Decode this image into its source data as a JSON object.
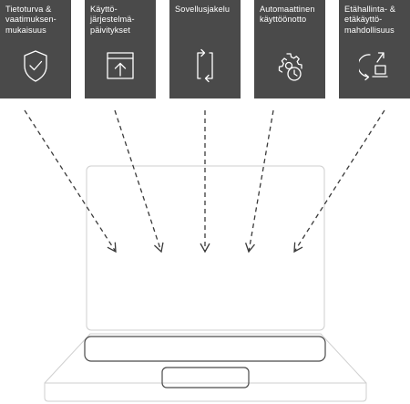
{
  "cards": [
    {
      "label": "Tietoturva &\nvaatimuksen-\nmukaisuus",
      "icon": "shield-check-icon"
    },
    {
      "label": "Käyttö-\njärjestelmä-\npäivitykset",
      "icon": "window-upload-icon"
    },
    {
      "label": "Sovellusjakelu",
      "icon": "sync-arrows-icon"
    },
    {
      "label": "Automaattinen\nkäyttöönotto",
      "icon": "gear-clock-icon"
    },
    {
      "label": "Etähallinta- &\netäkäyttö-\nmahdollisuus",
      "icon": "remote-device-icon"
    }
  ],
  "colors": {
    "card_background": "#4a4a4a",
    "card_text": "#ffffff",
    "line": "#3a3a3a",
    "laptop_outline": "#cfcfcf"
  }
}
